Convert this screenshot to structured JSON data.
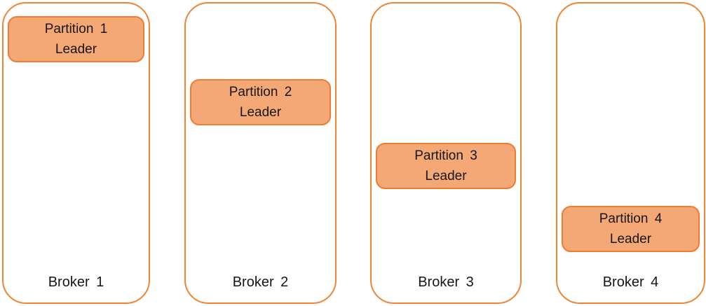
{
  "colors": {
    "frame_border": "#EE8434",
    "partition_fill": "#F4A876",
    "partition_border": "#ED7D31",
    "text": "#161616",
    "background": "#FFFFFF"
  },
  "diagram_type": "kafka-broker-partition-leader-diagram",
  "brokers": [
    {
      "label": "Broker 1",
      "partition": {
        "title": "Partition 1",
        "role": "Leader"
      }
    },
    {
      "label": "Broker 2",
      "partition": {
        "title": "Partition 2",
        "role": "Leader"
      }
    },
    {
      "label": "Broker 3",
      "partition": {
        "title": "Partition 3",
        "role": "Leader"
      }
    },
    {
      "label": "Broker 4",
      "partition": {
        "title": "Partition 4",
        "role": "Leader"
      }
    }
  ]
}
